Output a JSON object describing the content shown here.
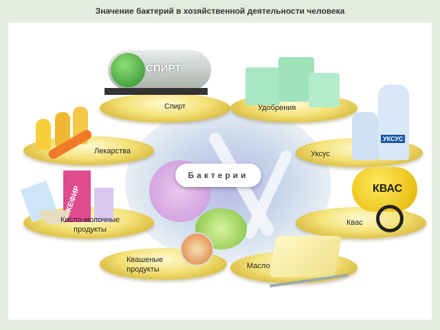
{
  "title": "Значение бактерий в хозяйственной деятельности человека",
  "center_label": "Бактерии",
  "items": [
    {
      "label": "Спирт"
    },
    {
      "label": "Удобрения"
    },
    {
      "label": "Лекарства"
    },
    {
      "label": "Уксус"
    },
    {
      "label": "Кисло-молочные продукты"
    },
    {
      "label": "Квас"
    },
    {
      "label": "Квашеные продукты"
    },
    {
      "label": "Масло"
    }
  ],
  "tank_text": "СПИРТ",
  "kefir_text": "КЕФИР",
  "kvas_text": "КВАС",
  "vinegar_text": "УКСУС"
}
